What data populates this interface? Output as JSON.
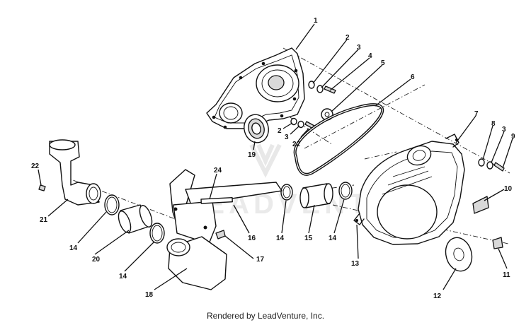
{
  "diagram": {
    "callouts": [
      {
        "id": "c1",
        "text": "1"
      },
      {
        "id": "c2a",
        "text": "2"
      },
      {
        "id": "c3a",
        "text": "3"
      },
      {
        "id": "c4",
        "text": "4"
      },
      {
        "id": "c5",
        "text": "5"
      },
      {
        "id": "c6",
        "text": "6"
      },
      {
        "id": "c2b",
        "text": "2"
      },
      {
        "id": "c3b",
        "text": "3"
      },
      {
        "id": "c22a",
        "text": "22"
      },
      {
        "id": "c19",
        "text": "19"
      },
      {
        "id": "c7",
        "text": "7"
      },
      {
        "id": "c8",
        "text": "8"
      },
      {
        "id": "c3c",
        "text": "3"
      },
      {
        "id": "c9",
        "text": "9"
      },
      {
        "id": "c10",
        "text": "10"
      },
      {
        "id": "c11",
        "text": "11"
      },
      {
        "id": "c12",
        "text": "12"
      },
      {
        "id": "c13",
        "text": "13"
      },
      {
        "id": "c14a",
        "text": "14"
      },
      {
        "id": "c15",
        "text": "15"
      },
      {
        "id": "c14b",
        "text": "14"
      },
      {
        "id": "c16",
        "text": "16"
      },
      {
        "id": "c17",
        "text": "17"
      },
      {
        "id": "c18",
        "text": "18"
      },
      {
        "id": "c24",
        "text": "24"
      },
      {
        "id": "c22b",
        "text": "22"
      },
      {
        "id": "c21",
        "text": "21"
      },
      {
        "id": "c14c",
        "text": "14"
      },
      {
        "id": "c20",
        "text": "20"
      },
      {
        "id": "c14d",
        "text": "14"
      }
    ]
  },
  "footer": {
    "text": "Rendered by LeadVenture, Inc."
  },
  "colors": {
    "ink": "#111111",
    "paper": "#ffffff",
    "watermark": "#e8e8e8"
  }
}
